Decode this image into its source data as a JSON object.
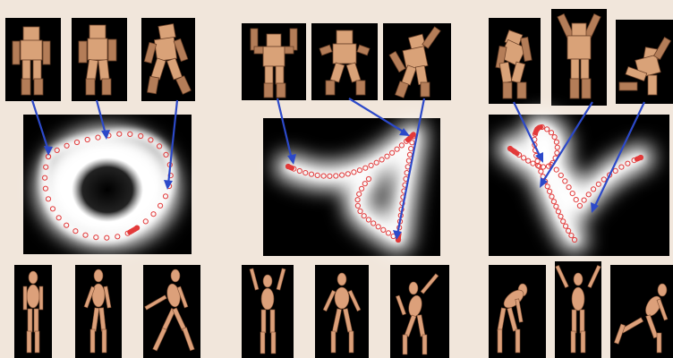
{
  "colors": {
    "background": "#f1e6db",
    "thumbnail_background": "#000000",
    "figure_skin": "#d9a278",
    "trajectory_points": "#e23a3a",
    "arrows": "#2c49c9",
    "density_glow": "#ffffff"
  },
  "icons": [
    "blocky-robot-figure",
    "wooden-mannequin-figure",
    "latent-density-map",
    "latent-trajectory-points",
    "arrow"
  ],
  "panels": [
    {
      "id": "walking",
      "robot_poses": 3,
      "mannequin_poses": 3,
      "trajectory": "closed-loop"
    },
    {
      "id": "dancing",
      "robot_poses": 3,
      "mannequin_poses": 3,
      "trajectory": "three-branch"
    },
    {
      "id": "mixed",
      "robot_poses": 3,
      "mannequin_poses": 3,
      "trajectory": "tangled-branches"
    }
  ]
}
